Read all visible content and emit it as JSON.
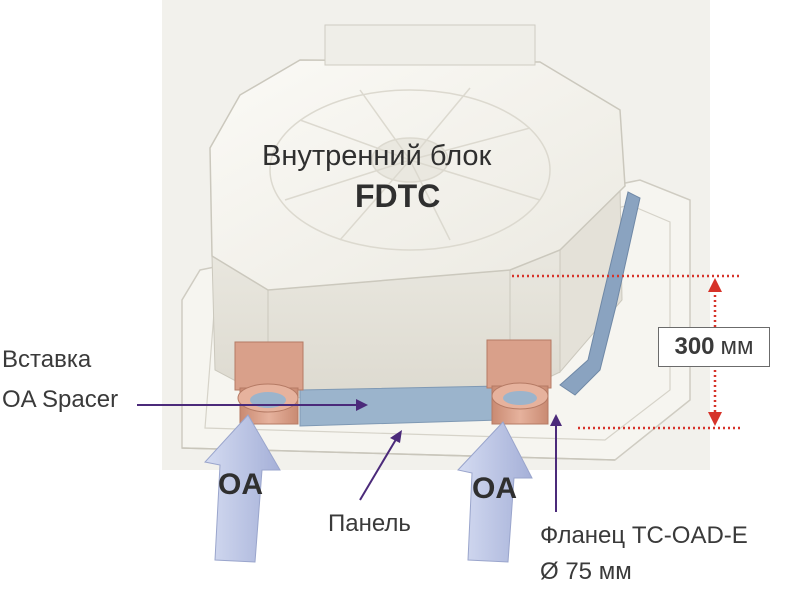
{
  "unit": {
    "title": "Внутренний блок",
    "model": "FDTC"
  },
  "dimension": {
    "value": "300",
    "unit": "мм"
  },
  "labels": {
    "insert_line1": "Вставка",
    "insert_line2": "OA Spacer",
    "panel": "Панель",
    "flange_line1": "Фланец TC-OAD-E",
    "flange_line2": "Ø 75 мм",
    "oa": "OA"
  },
  "colors": {
    "duct": "#e0a890",
    "spacer": "#9bb4cc",
    "arrow": "#b9c3e3",
    "leader": "#4b2a7a",
    "dimension": "#d6332a"
  }
}
